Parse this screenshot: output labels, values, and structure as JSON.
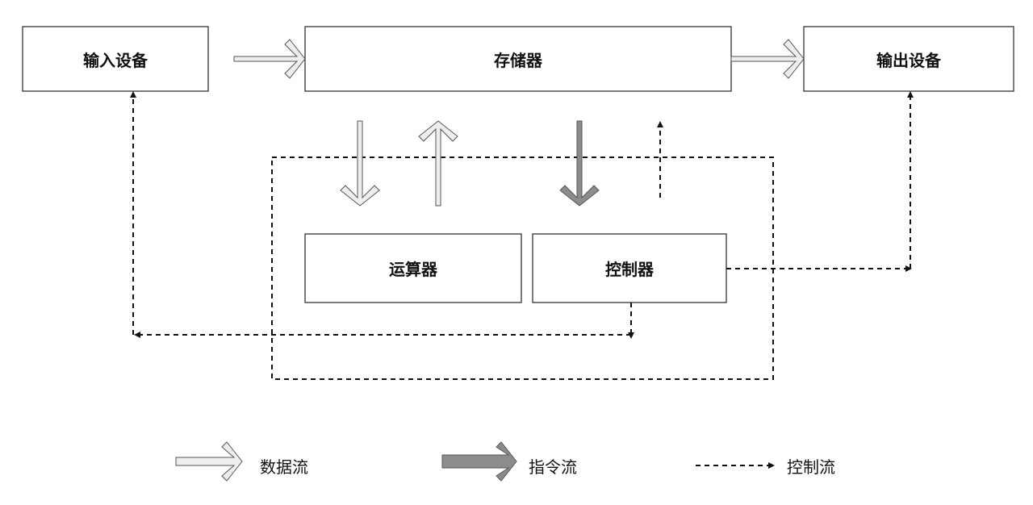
{
  "nodes": {
    "input": "输入设备",
    "memory": "存储器",
    "output": "输出设备",
    "alu": "运算器",
    "control": "控制器"
  },
  "legend": {
    "data_flow": "数据流",
    "instruction_flow": "指令流",
    "control_flow": "控制流"
  },
  "colors": {
    "data_flow": "#eeeeee",
    "instruction_flow": "#8c8c8c",
    "control_flow": "#111111",
    "border": "#222222"
  }
}
